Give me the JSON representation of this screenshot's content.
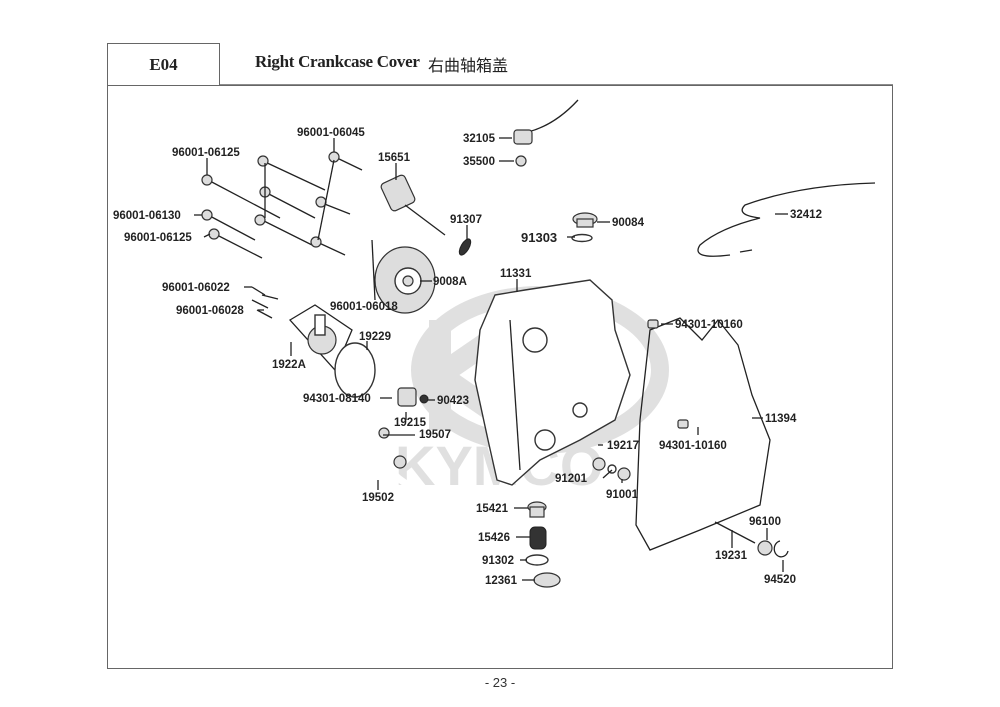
{
  "header": {
    "section_code": "E04",
    "title_en": "Right Crankcase Cover",
    "title_cn": "右曲轴箱盖"
  },
  "watermark": "KYMCO",
  "parts": [
    {
      "id": "96001-06125",
      "label": "96001-06125"
    },
    {
      "id": "96001-06045",
      "label": "96001-06045"
    },
    {
      "id": "15651",
      "label": "15651"
    },
    {
      "id": "32105",
      "label": "32105"
    },
    {
      "id": "35500",
      "label": "35500"
    },
    {
      "id": "96001-06130",
      "label": "96001-06130"
    },
    {
      "id": "96001-06125b",
      "label": "96001-06125"
    },
    {
      "id": "91307",
      "label": "91307"
    },
    {
      "id": "90084",
      "label": "90084"
    },
    {
      "id": "91303",
      "label": "91303"
    },
    {
      "id": "32412",
      "label": "32412"
    },
    {
      "id": "9008A",
      "label": "9008A"
    },
    {
      "id": "96001-06022",
      "label": "96001-06022"
    },
    {
      "id": "96001-06018",
      "label": "96001-06018"
    },
    {
      "id": "96001-06028",
      "label": "96001-06028"
    },
    {
      "id": "11331",
      "label": "11331"
    },
    {
      "id": "94301-10160a",
      "label": "94301-10160"
    },
    {
      "id": "19229",
      "label": "19229"
    },
    {
      "id": "1922A",
      "label": "1922A"
    },
    {
      "id": "94301-08140",
      "label": "94301-08140"
    },
    {
      "id": "90423",
      "label": "90423"
    },
    {
      "id": "19215",
      "label": "19215"
    },
    {
      "id": "19507",
      "label": "19507"
    },
    {
      "id": "11394",
      "label": "11394"
    },
    {
      "id": "19217",
      "label": "19217"
    },
    {
      "id": "94301-10160b",
      "label": "94301-10160"
    },
    {
      "id": "91201",
      "label": "91201"
    },
    {
      "id": "91001",
      "label": "91001"
    },
    {
      "id": "19502",
      "label": "19502"
    },
    {
      "id": "15421",
      "label": "15421"
    },
    {
      "id": "15426",
      "label": "15426"
    },
    {
      "id": "96100",
      "label": "96100"
    },
    {
      "id": "91302",
      "label": "91302"
    },
    {
      "id": "19231",
      "label": "19231"
    },
    {
      "id": "12361",
      "label": "12361"
    },
    {
      "id": "94520",
      "label": "94520"
    }
  ],
  "footer": {
    "page_number": "- 23 -"
  }
}
